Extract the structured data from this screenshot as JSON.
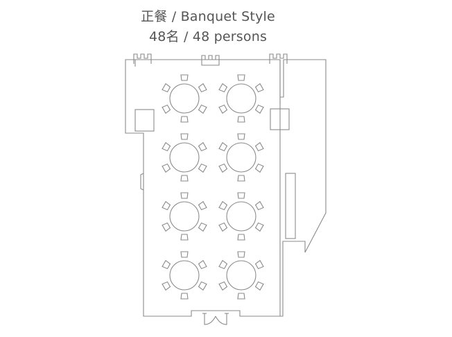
{
  "header": {
    "title": "正餐 / Banquet Style",
    "subtitle": "48名 / 48 persons"
  },
  "layout": {
    "style": "banquet",
    "table_count": 8,
    "seats_per_table": 6,
    "total_persons": 48,
    "rows": 4,
    "columns": 2
  },
  "colors": {
    "line": "#8a8a8a",
    "text": "#555555",
    "background": "#ffffff"
  }
}
